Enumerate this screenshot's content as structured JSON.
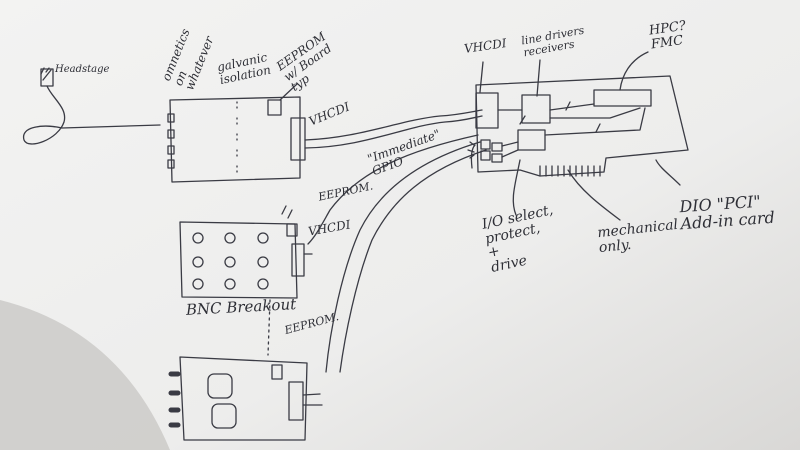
{
  "headstage_label": "Headstage",
  "omnetics_label": "omnetics\non\nwhatever",
  "galvanic_label": "galvanic\nisolation",
  "eeprom_board_label": "EEPROM\nw/ Board\ntyp",
  "vhcdi_main_label": "VHCDI",
  "vhcdi_card_label": "VHCDI",
  "line_drivers_label": "line drivers\nreceivers",
  "hpc_label": "HPC?\nFMC",
  "immediate_gpio_label": "\"Immediate\"\nGPIO",
  "eeprom_bnc_label": "EEPROM.",
  "vhcdi_bnc_label": "VHCDI",
  "io_select_label": "I/O select,\nprotect,\n+\ndrive",
  "mechanical_label": "mechanical\nonly.",
  "dio_pci_label": "DIO \"PCI\"\nAdd-in card",
  "bnc_breakout_label": "BNC Breakout",
  "eeprom_bottom_label": "EEPROM.",
  "colors": {
    "paper": "#efefef",
    "ink": "#3a3b44",
    "shadow": "#bdbcb8"
  }
}
